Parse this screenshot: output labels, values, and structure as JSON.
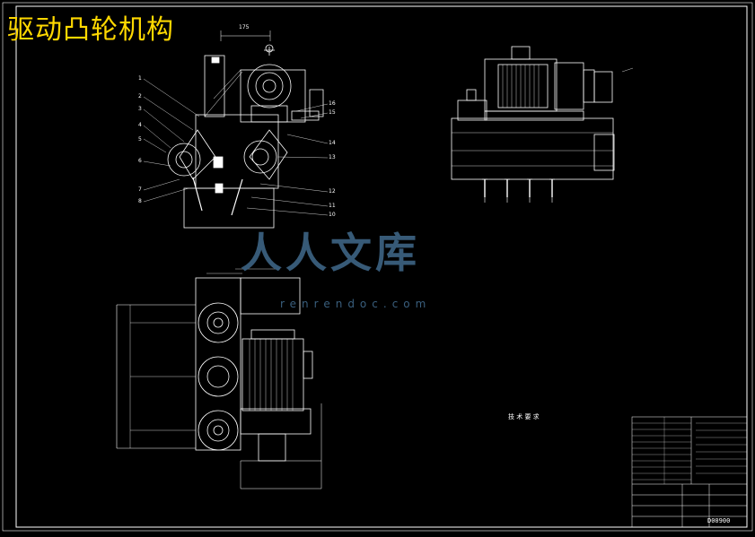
{
  "title": "驱动凸轮机构",
  "watermark": {
    "text": "人人文库",
    "url": "renrendoc.com"
  },
  "tech_requirements_title": "技 术 要 求",
  "drawing_code": "D00900",
  "dimension_top": "175",
  "balloons": [
    "1",
    "2",
    "3",
    "4",
    "5",
    "6",
    "7",
    "8",
    "16",
    "15",
    "14",
    "13",
    "12",
    "11",
    "10"
  ],
  "colors": {
    "background": "#000000",
    "lines": "#ffffff",
    "title": "#ffd800",
    "watermark": "#3a5f7e"
  }
}
